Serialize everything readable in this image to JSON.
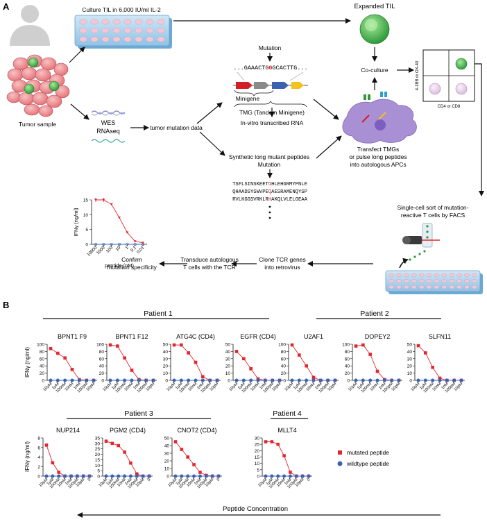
{
  "panel_a": {
    "label": "A",
    "culture": "Culture TIL in 6,000 IU/ml IL-2",
    "expanded": "Expanded TIL",
    "tumor_sample": "Tumor sample",
    "wes": "WES",
    "rnaseq": "RNAseq",
    "tumor_mutation_data": "tumor mutation data",
    "mutation_top": "Mutation",
    "seq_pre": "...GAAACTG",
    "seq_mut": "G",
    "seq_post": "GCACTTG...",
    "minigene": "Minigene",
    "tmg": "TMG (Tandem Minigene)",
    "ivt": "In-vitro transcribed RNA",
    "synthetic": "Synthetic long mutant peptides",
    "mutation_mid": "Mutation",
    "pep1_pre": "TSFLSINSKEET",
    "pep1_mut": "G",
    "pep1_post": "HLEHGRMYPNLE",
    "pep2_pre": "QHAADSYSWVPE",
    "pep2_mut": "Q",
    "pep2_post": "AESRAMENQYSP",
    "pep3_pre": "RVLKGGSVRKLR",
    "pep3_mut": "H",
    "pep3_post": "AKQLVLELGEAA",
    "coculture": "Co-culture",
    "transfect1": "Transfect TMGs",
    "transfect2": "or pulse long peptides",
    "transfect3": "into autologous APCs",
    "flow_y": "4-1BB or OX-40",
    "flow_x": "CD4 or CD8",
    "sort1": "Single-cell sort of mutation-",
    "sort2": "reactive T cells by FACS",
    "clone1": "Clone TCR genes",
    "clone2": "into retrovirus",
    "transduce1": "Transduce autologous",
    "transduce2": "T cells with the TCR",
    "confirm1": "Confirm",
    "confirm2": "mutation specificity",
    "ifn_ylabel": "IFNγ (ng/ml)",
    "peptide_xlabel": "peptide (nM)",
    "y_ticks": [
      "15",
      "10",
      "5",
      "0"
    ],
    "x_ticks": [
      "10000",
      "1000",
      "100",
      "10",
      "1",
      "0.1",
      "0.01"
    ]
  },
  "panel_b": {
    "label": "B",
    "ylabel": "IFNγ (ng/ml)",
    "footer": "Peptide Concentration",
    "legend": {
      "mutated": "mutated peptide",
      "wildtype": "wildtype peptide"
    },
    "patients": [
      "Patient 1",
      "Patient 2",
      "Patient 3",
      "Patient 4"
    ],
    "titles": [
      "BPNT1 F9",
      "BPNT1 F12",
      "ATG4C (CD4)",
      "EGFR (CD4)",
      "U2AF1",
      "DOPEY2",
      "SLFN11",
      "NUP214",
      "PGM2 (CD4)",
      "CNOT2 (CD4)",
      "MLLT4"
    ],
    "xticks_a": [
      "10μM",
      "1μM",
      "100nM",
      "10nM",
      "1nM",
      "100pM",
      "10pM"
    ],
    "xticks_b": [
      "10μM",
      "1μM",
      "100nM",
      "10nM",
      "1nM",
      "100pM",
      "10pM",
      "0"
    ]
  },
  "chart_data": [
    {
      "type": "line",
      "ylabel": "IFNγ (ng/ml)",
      "xlabel": "peptide (nM)",
      "x": [
        "10000",
        "1000",
        "100",
        "10",
        "1",
        "0.1",
        "0.01"
      ],
      "ylim": [
        0,
        15
      ],
      "series": [
        {
          "values": [
            15,
            15,
            13.5,
            9,
            4,
            1,
            0.5
          ]
        },
        {
          "values": [
            0,
            0,
            0,
            0,
            0,
            0,
            0
          ]
        }
      ]
    },
    {
      "type": "line",
      "title": "BPNT1 F9",
      "x": [
        "10μM",
        "1μM",
        "100nM",
        "10nM",
        "1nM",
        "100pM",
        "10pM"
      ],
      "ylim": [
        0,
        100
      ],
      "series": [
        {
          "name": "mutated peptide",
          "values": [
            88,
            75,
            62,
            30,
            2,
            0,
            0
          ]
        },
        {
          "name": "wildtype peptide",
          "values": [
            0,
            0,
            0,
            0,
            0,
            0,
            0
          ]
        }
      ]
    },
    {
      "type": "line",
      "title": "BPNT1 F12",
      "x": [
        "10μM",
        "1μM",
        "100nM",
        "10nM",
        "1nM",
        "100pM",
        "10pM"
      ],
      "ylim": [
        0,
        100
      ],
      "series": [
        {
          "name": "mutated peptide",
          "values": [
            98,
            95,
            62,
            28,
            2,
            0,
            0
          ]
        },
        {
          "name": "wildtype peptide",
          "values": [
            0,
            0,
            0,
            0,
            0,
            0,
            0
          ]
        }
      ]
    },
    {
      "type": "line",
      "title": "ATG4C (CD4)",
      "x": [
        "10μM",
        "1μM",
        "100nM",
        "10nM",
        "1nM",
        "100pM",
        "10pM"
      ],
      "ylim": [
        0,
        50
      ],
      "series": [
        {
          "name": "mutated peptide",
          "values": [
            49,
            49,
            38,
            25,
            5,
            0,
            0
          ]
        },
        {
          "name": "wildtype peptide",
          "values": [
            0,
            0,
            0,
            0,
            0,
            0,
            0
          ]
        }
      ]
    },
    {
      "type": "line",
      "title": "EGFR (CD4)",
      "x": [
        "10μM",
        "1μM",
        "100nM",
        "10nM",
        "1nM",
        "100pM",
        "10pM"
      ],
      "ylim": [
        0,
        50
      ],
      "series": [
        {
          "name": "mutated peptide",
          "values": [
            40,
            30,
            16,
            2,
            0,
            0,
            0
          ]
        },
        {
          "name": "wildtype peptide",
          "values": [
            0,
            0,
            0,
            0,
            0,
            0,
            0
          ]
        }
      ]
    },
    {
      "type": "line",
      "title": "U2AF1",
      "x": [
        "10μM",
        "1μM",
        "100nM",
        "10nM",
        "1nM",
        "100pM",
        "10pM"
      ],
      "ylim": [
        0,
        100
      ],
      "series": [
        {
          "name": "mutated peptide",
          "values": [
            98,
            70,
            40,
            8,
            0,
            0,
            0
          ]
        },
        {
          "name": "wildtype peptide",
          "values": [
            0,
            0,
            0,
            0,
            0,
            0,
            0
          ]
        }
      ]
    },
    {
      "type": "line",
      "title": "DOPEY2",
      "x": [
        "10μM",
        "1μM",
        "100nM",
        "10nM",
        "1nM",
        "100pM",
        "10pM"
      ],
      "ylim": [
        0,
        100
      ],
      "series": [
        {
          "name": "mutated peptide",
          "values": [
            95,
            98,
            72,
            25,
            2,
            0,
            0
          ]
        },
        {
          "name": "wildtype peptide",
          "values": [
            0,
            0,
            0,
            0,
            0,
            0,
            0
          ]
        }
      ]
    },
    {
      "type": "line",
      "title": "SLFN11",
      "x": [
        "10μM",
        "1μM",
        "100nM",
        "10nM",
        "1nM",
        "100pM",
        "10pM"
      ],
      "ylim": [
        0,
        50
      ],
      "series": [
        {
          "name": "mutated peptide",
          "values": [
            48,
            38,
            18,
            3,
            0,
            0,
            0
          ]
        },
        {
          "name": "wildtype peptide",
          "values": [
            0,
            0,
            0,
            0,
            0,
            0,
            0
          ]
        }
      ]
    },
    {
      "type": "line",
      "title": "NUP214",
      "x": [
        "10μM",
        "1μM",
        "100nM",
        "10nM",
        "1nM",
        "100pM",
        "10pM",
        "0"
      ],
      "ylim": [
        0,
        8
      ],
      "series": [
        {
          "name": "mutated peptide",
          "values": [
            6.5,
            2.8,
            0.8,
            0,
            0,
            0,
            0,
            0
          ]
        },
        {
          "name": "wildtype peptide",
          "values": [
            0,
            0,
            0,
            0,
            0,
            0,
            0,
            0
          ]
        }
      ]
    },
    {
      "type": "line",
      "title": "PGM2 (CD4)",
      "x": [
        "10μM",
        "1μM",
        "100nM",
        "10nM",
        "1nM",
        "100pM",
        "10pM",
        "0"
      ],
      "ylim": [
        0,
        35
      ],
      "series": [
        {
          "name": "mutated peptide",
          "values": [
            32,
            30,
            28,
            22,
            12,
            2,
            0,
            0
          ]
        },
        {
          "name": "wildtype peptide",
          "values": [
            0,
            0,
            0,
            0,
            0,
            0,
            0,
            0
          ]
        }
      ]
    },
    {
      "type": "line",
      "title": "CNOT2 (CD4)",
      "x": [
        "10μM",
        "1μM",
        "100nM",
        "10nM",
        "1nM",
        "100pM",
        "10pM",
        "0"
      ],
      "ylim": [
        0,
        50
      ],
      "series": [
        {
          "name": "mutated peptide",
          "values": [
            45,
            35,
            25,
            15,
            5,
            1,
            0,
            0
          ]
        },
        {
          "name": "wildtype peptide",
          "values": [
            0,
            0,
            0,
            0,
            0,
            0,
            0,
            0
          ]
        }
      ]
    },
    {
      "type": "line",
      "title": "MLLT4",
      "x": [
        "10μM",
        "1μM",
        "100nM",
        "10nM",
        "1nM",
        "100pM",
        "10pM",
        "0"
      ],
      "ylim": [
        0,
        30
      ],
      "series": [
        {
          "name": "mutated peptide",
          "values": [
            27,
            27,
            25,
            16,
            3,
            0,
            0,
            0
          ]
        },
        {
          "name": "wildtype peptide",
          "values": [
            0,
            0,
            0,
            0,
            0,
            0,
            0,
            0
          ]
        }
      ]
    }
  ]
}
